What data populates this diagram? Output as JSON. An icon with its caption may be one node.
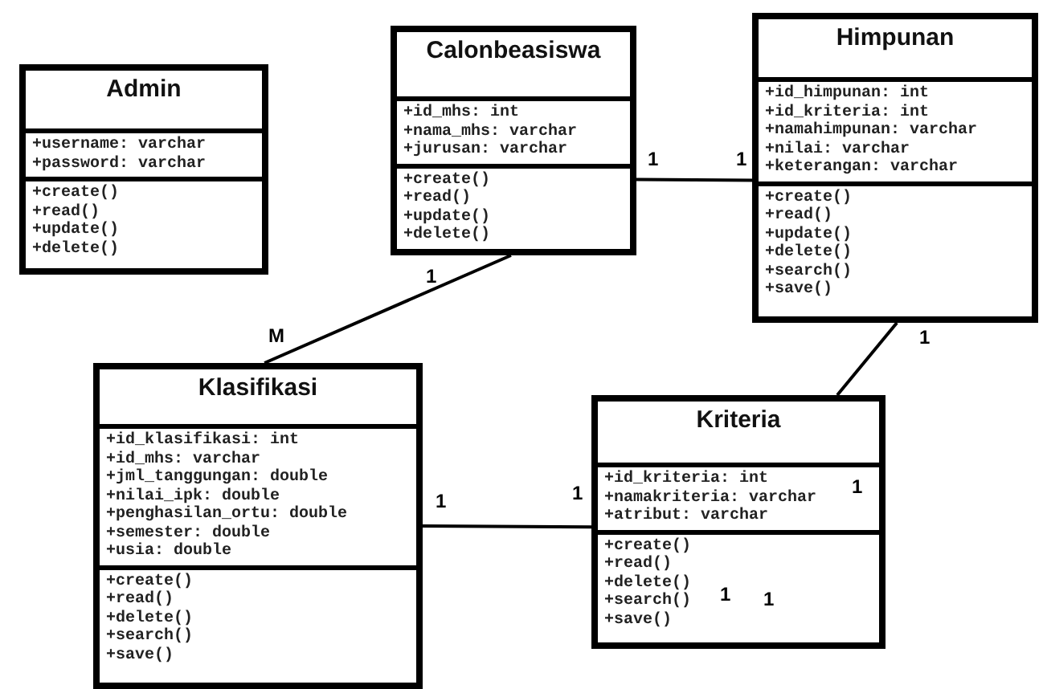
{
  "diagram": {
    "nodes": [
      {
        "text": [
          "Admin",
          "+username: varchar",
          "+password: varchar",
          "+create()",
          "+read()",
          "+update()",
          "+delete()"
        ]
      },
      {
        "text": [
          "Calonbeasiswa",
          "+id_mhs: int",
          "+nama_mhs: varchar",
          "+jurusan: varchar",
          "+create()",
          "+read()",
          "+update()",
          "+delete()"
        ]
      },
      {
        "text": [
          "Himpunan",
          "+id_himpunan: int",
          "+id_kriteria: int",
          "+namahimpunan: varchar",
          "+nilai: varchar",
          "+keterangan: varchar",
          "+create()",
          "+read()",
          "+update()",
          "+delete()",
          "+search()",
          "+save()"
        ]
      },
      {
        "text": [
          "Klasifikasi",
          "+id_klasifikasi: int",
          "+id_mhs: varchar",
          "+jml_tanggungan: double",
          "+nilai_ipk: double",
          "+penghasilan_ortu: double",
          "+semester: double",
          "+usia: double",
          "+create()",
          "+read()",
          "+delete()",
          "+search()",
          "+save()"
        ]
      },
      {
        "text": [
          "Kriteria",
          "+id_kriteria: int",
          "+namakriteria: varchar",
          "+atribut: varchar",
          "+create()",
          "+read()",
          "+delete()",
          "+search()",
          "+save()"
        ]
      }
    ],
    "edges": [
      {
        "from": 1,
        "to": 2,
        "arrow": "none"
      },
      {
        "from": 1,
        "to": 3,
        "arrow": "none"
      },
      {
        "from": 2,
        "to": 4,
        "arrow": "none"
      },
      {
        "from": 3,
        "to": 4,
        "arrow": "none"
      }
    ],
    "labels": [
      "1",
      "1",
      "1",
      "1",
      "M",
      "1",
      "1",
      "1",
      "1",
      "1"
    ]
  }
}
